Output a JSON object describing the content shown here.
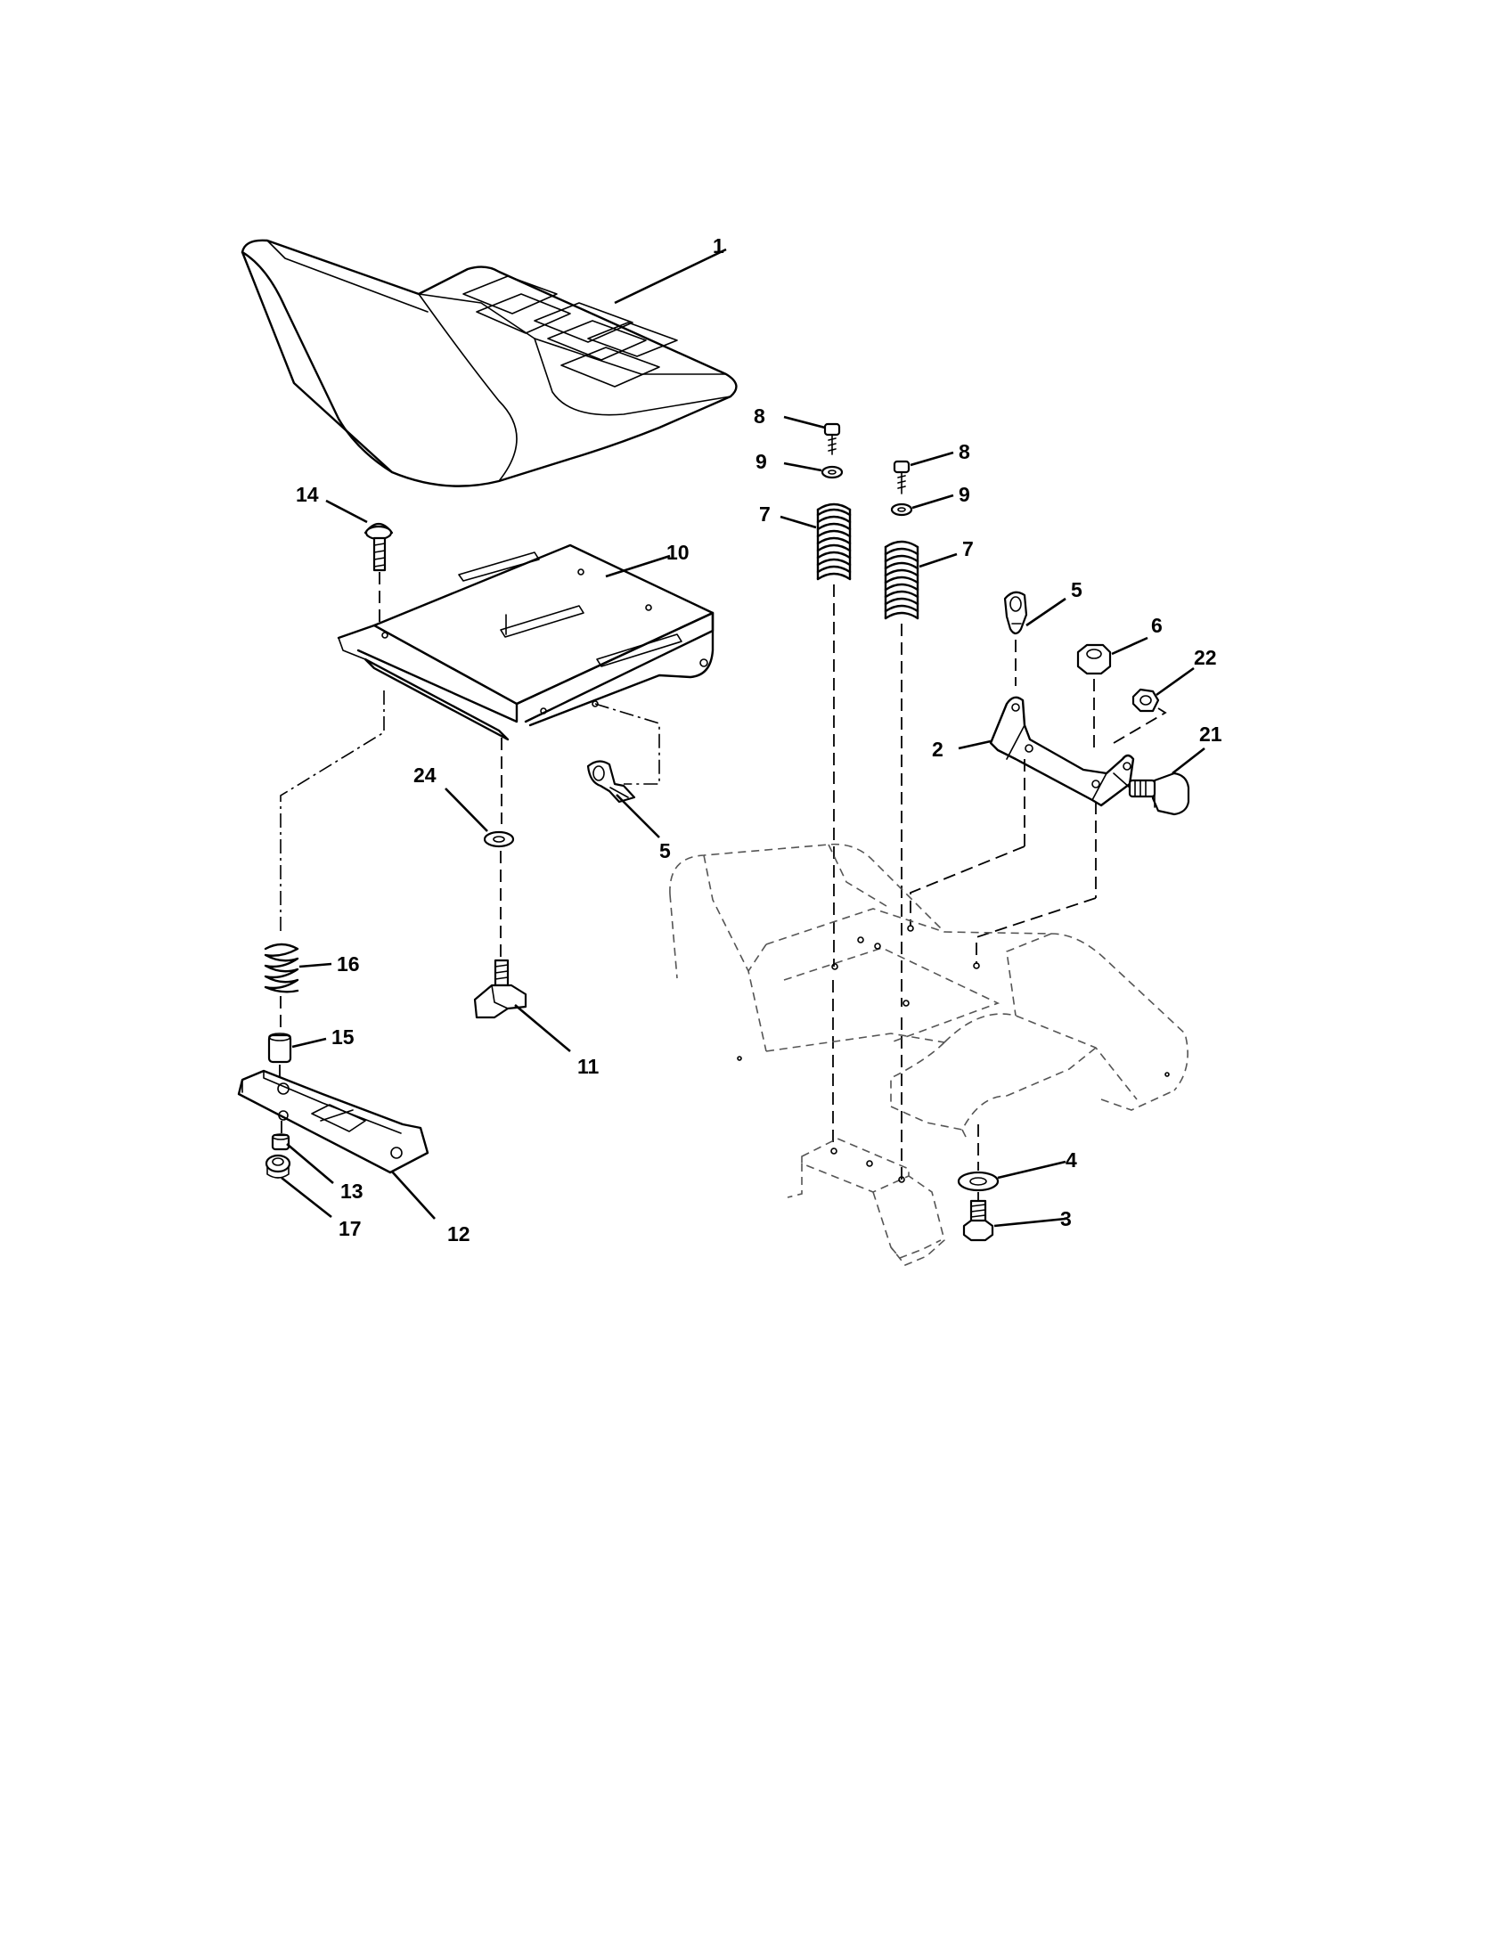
{
  "diagram": {
    "callouts": [
      {
        "id": "c1",
        "label": "1"
      },
      {
        "id": "c2",
        "label": "2"
      },
      {
        "id": "c3",
        "label": "3"
      },
      {
        "id": "c4",
        "label": "4"
      },
      {
        "id": "c5a",
        "label": "5"
      },
      {
        "id": "c5b",
        "label": "5"
      },
      {
        "id": "c6",
        "label": "6"
      },
      {
        "id": "c7a",
        "label": "7"
      },
      {
        "id": "c7b",
        "label": "7"
      },
      {
        "id": "c8a",
        "label": "8"
      },
      {
        "id": "c8b",
        "label": "8"
      },
      {
        "id": "c9a",
        "label": "9"
      },
      {
        "id": "c9b",
        "label": "9"
      },
      {
        "id": "c10",
        "label": "10"
      },
      {
        "id": "c11",
        "label": "11"
      },
      {
        "id": "c12",
        "label": "12"
      },
      {
        "id": "c13",
        "label": "13"
      },
      {
        "id": "c14",
        "label": "14"
      },
      {
        "id": "c15",
        "label": "15"
      },
      {
        "id": "c16",
        "label": "16"
      },
      {
        "id": "c17",
        "label": "17"
      },
      {
        "id": "c21",
        "label": "21"
      },
      {
        "id": "c22",
        "label": "22"
      },
      {
        "id": "c24",
        "label": "24"
      }
    ]
  }
}
